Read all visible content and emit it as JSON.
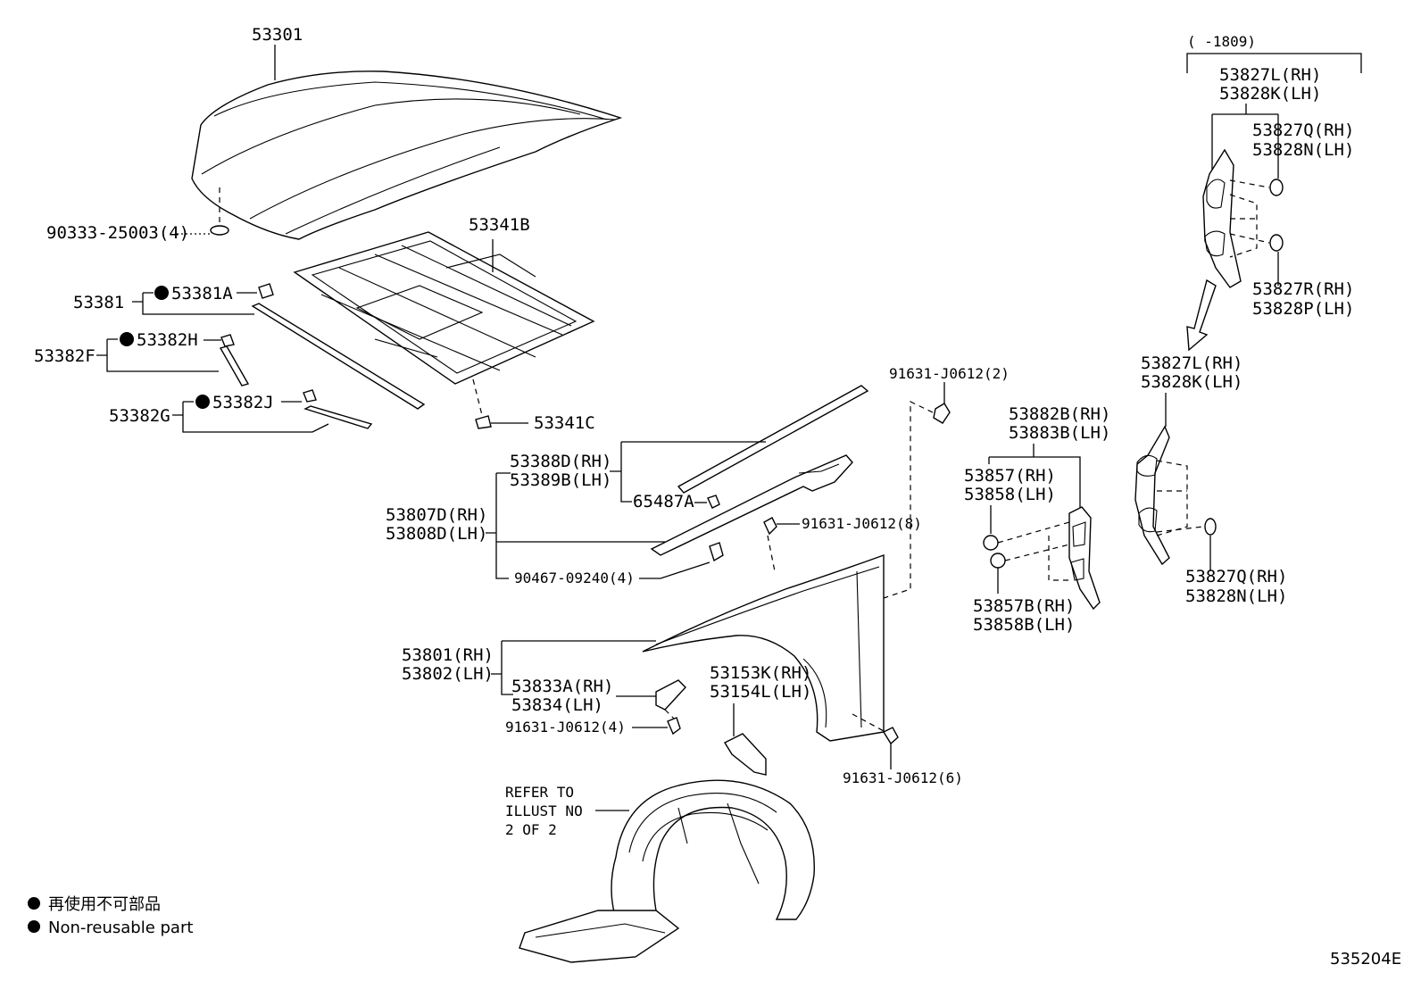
{
  "labels": {
    "hood": "53301",
    "hood_bumper": "90333-25003(4)",
    "hood_insulator": "53341B",
    "insulator_clip": "53341C",
    "seal_main": "53381",
    "seal_main_clip": "53381A",
    "seal_f": "53382F",
    "seal_f_clip": "53382H",
    "seal_g": "53382G",
    "seal_g_clip": "53382J",
    "rear_date_range": "(     -1809)",
    "top_bracket_rh": "53827L(RH)",
    "top_bracket_lh": "53828K(LH)",
    "top_clip_q_rh": "53827Q(RH)",
    "top_clip_n_lh": "53828N(LH)",
    "top_clip_r_rh": "53827R(RH)",
    "top_clip_p_lh": "53828P(LH)",
    "mid_bracket_rh": "53827L(RH)",
    "mid_bracket_lh": "53828K(LH)",
    "mid_clip_q_rh": "53827Q(RH)",
    "mid_clip_n_lh": "53828N(LH)",
    "fender_bolt_top": "91631-J0612(2)",
    "cowl_seal_rh": "53388D(RH)",
    "cowl_seal_lh": "53389B(LH)",
    "cowl_clip": "65487A",
    "fender_seal_rh": "53807D(RH)",
    "fender_seal_lh": "53808D(LH)",
    "fender_bolt_mid": "91631-J0612(8)",
    "fender_seal_clip": "90467-09240(4)",
    "brace_rh": "53882B(RH)",
    "brace_lh": "53883B(LH)",
    "brace_cush_rh": "53857(RH)",
    "brace_cush_lh": "53858(LH)",
    "brace_cush_b_rh": "53857B(RH)",
    "brace_cush_b_lh": "53858B(LH)",
    "fender_rh": "53801(RH)",
    "fender_lh": "53802(LH)",
    "fender_brkt_rh": "53833A(RH)",
    "fender_brkt_lh": "53834(LH)",
    "fender_bolt_brkt": "91631-J0612(4)",
    "liner_seal_rh": "53153K(RH)",
    "liner_seal_lh": "53154L(LH)",
    "fender_bolt_bottom": "91631-J0612(6)",
    "refer_line1": "REFER TO",
    "refer_line2": "ILLUST NO",
    "refer_line3": "2 OF 2",
    "legend_jp": "再使用不可部品",
    "legend_en": "Non-reusable part",
    "figure_id": "535204E"
  }
}
